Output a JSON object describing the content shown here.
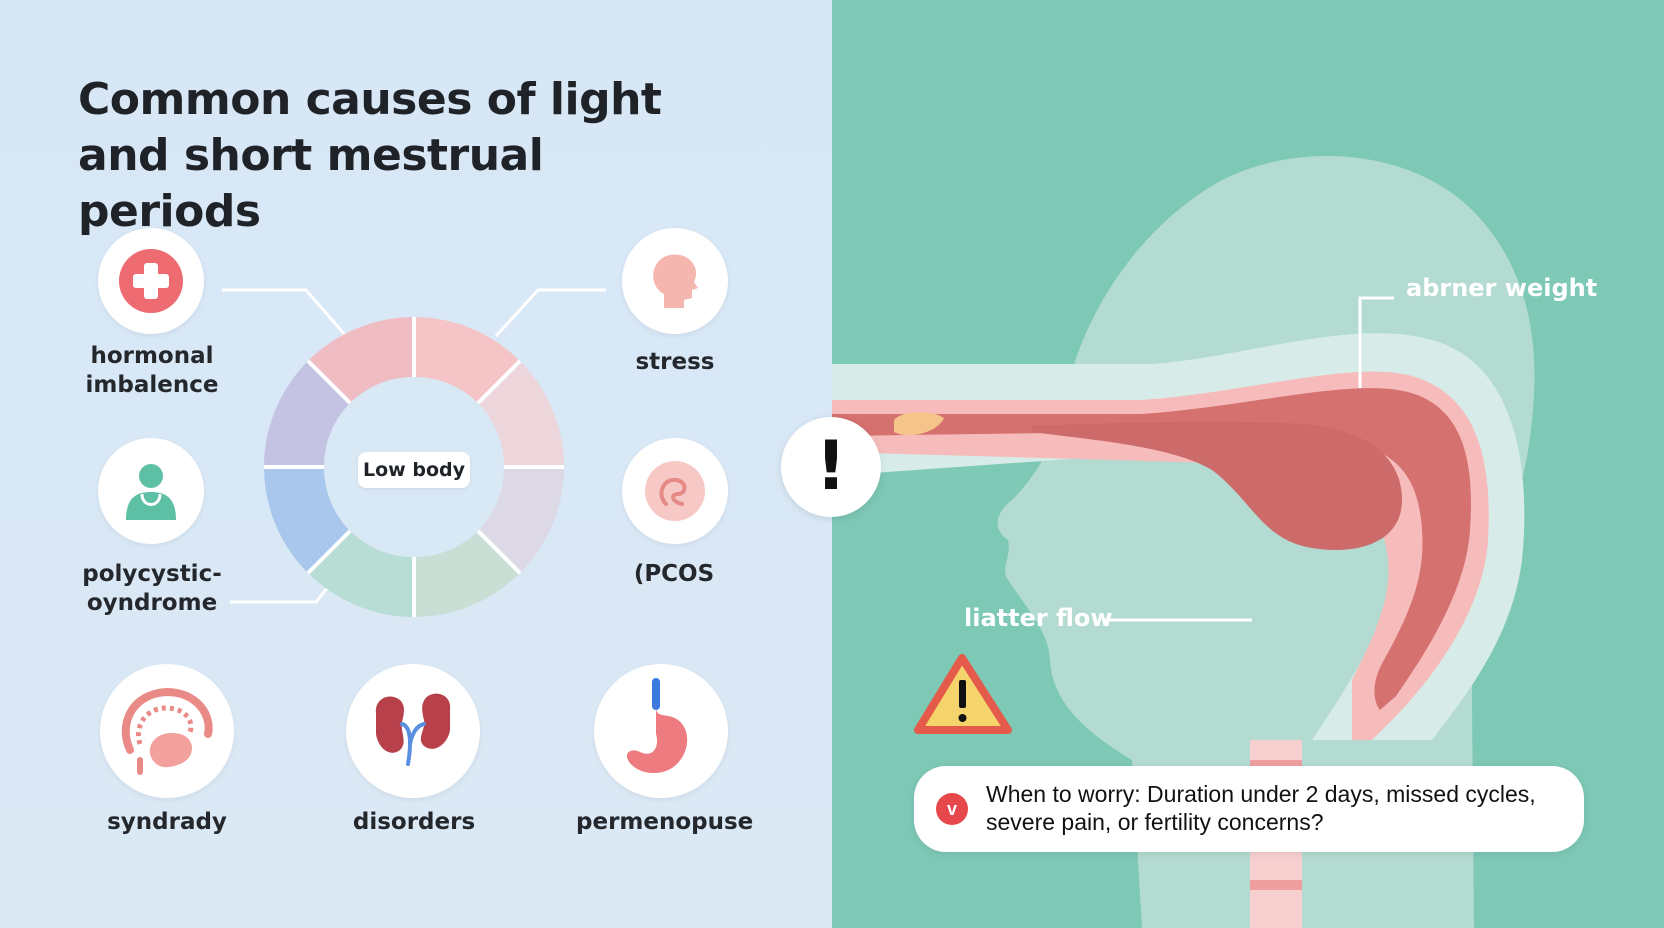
{
  "title": "Common causes of light and short mestrual periods",
  "causes": {
    "hormonal": "hormonal imbalence",
    "stress": "stress",
    "polycystic": "polycystic- oyndrome",
    "pcos": "(PCOS",
    "syndrady": "syndrady",
    "disorders": "disorders",
    "perimenopause": "permenopuse"
  },
  "ring_center_label": "Low body",
  "anatomy": {
    "weight_callout": "abrner weight",
    "flow_callout": "liatter flow",
    "alert_symbol": "!",
    "worry_icon": "v",
    "worry_text": "When to worry: Duration under 2 days, missed cycles, severe pain, or fertility concerns?"
  },
  "colors": {
    "left_bg": "#d7e7f6",
    "right_bg": "#7ec8b6",
    "accent_red": "#e6474b",
    "tissue_pink": "#f6b8b8",
    "tissue_dark": "#cf6c6c"
  }
}
